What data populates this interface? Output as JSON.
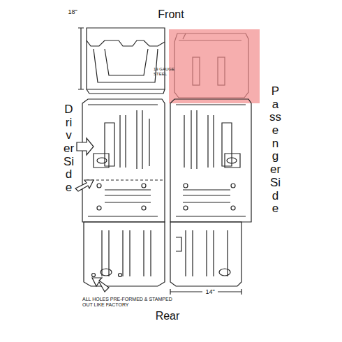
{
  "diagram": {
    "labels": [
      "Front",
      "Driver Side",
      "Passenger Side",
      "18\"",
      "19 GAUGE STEEL",
      "14\"",
      "ALL HOLES PRE-FORMED & STAMPED OUT LIKE FACTORY",
      "Rear"
    ]
  }
}
